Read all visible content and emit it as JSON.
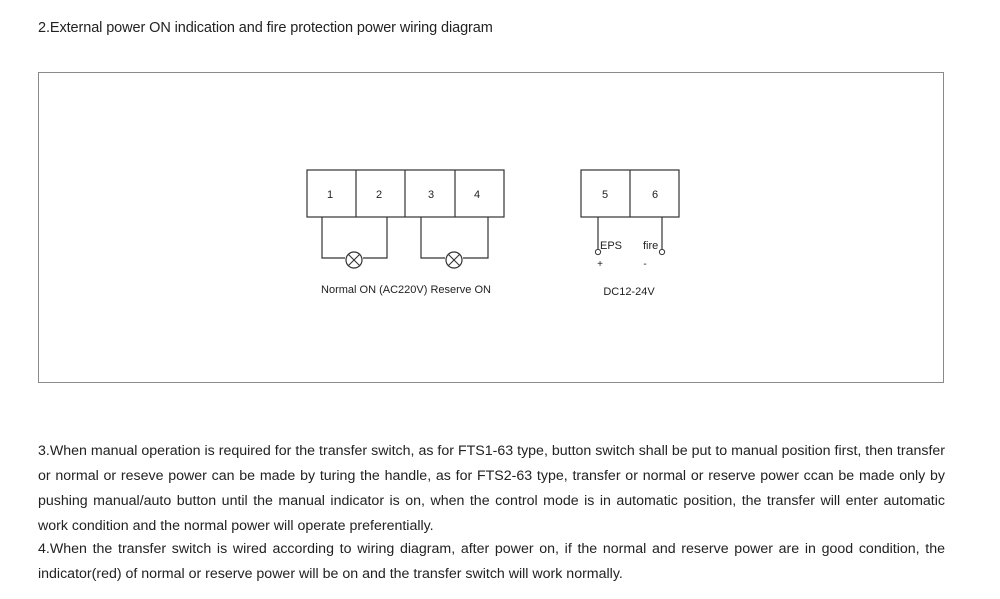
{
  "heading": "2.External power ON indication and fire protection power wiring diagram",
  "terminals_left": [
    "1",
    "2",
    "3",
    "4"
  ],
  "terminals_right": [
    "5",
    "6"
  ],
  "labels": {
    "eps": "EPS",
    "fire": "fire",
    "plus": "+",
    "minus": "-",
    "left_caption": "Normal ON (AC220V) Reserve ON",
    "right_caption": "DC12-24V"
  },
  "paragraphs": {
    "p3": "3.When manual operation is required for the transfer switch, as for FTS1-63 type, button switch shall be put to manual position first, then transfer or normal or reseve power can be made by turing the handle, as for FTS2-63 type, transfer or normal or reserve power ccan be made only by pushing manual/auto button until the manual indicator is on, when the control mode is in automatic position, the transfer will enter automatic work condition and the normal power will operate preferentially.",
    "p4": "4.When the transfer switch is wired according to wiring diagram, after power on, if the normal and reserve power are in good condition, the indicator(red) of normal or reserve power will be on and the transfer switch will work normally."
  }
}
